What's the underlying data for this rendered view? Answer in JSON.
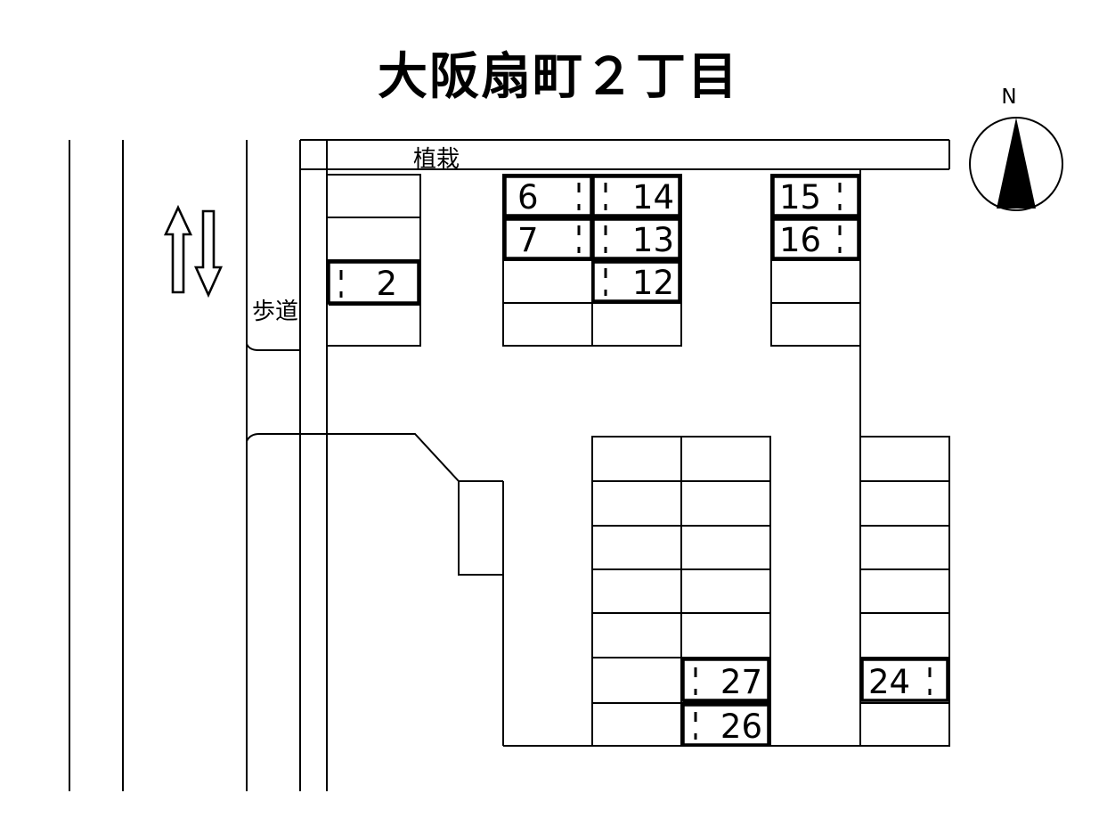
{
  "page": {
    "title": "大阪扇町２丁目",
    "background_color": "#ffffff",
    "line_color": "#000000"
  },
  "compass": {
    "label": "N",
    "name": "north-arrow"
  },
  "annotations": {
    "sidewalk": "歩道",
    "planting": "植栽"
  },
  "traffic_arrows": {
    "up_label": "",
    "down_label": ""
  },
  "stalls": {
    "left_block": [
      {
        "number": "2",
        "marker_side": "left",
        "number_side": "right"
      }
    ],
    "upper_center_block": [
      {
        "number": "6",
        "marker_side": "right",
        "number_side": "left"
      },
      {
        "number": "14",
        "marker_side": "left",
        "number_side": "right"
      },
      {
        "number": "7",
        "marker_side": "right",
        "number_side": "left"
      },
      {
        "number": "13",
        "marker_side": "left",
        "number_side": "right"
      },
      {
        "number": "12",
        "marker_side": "left",
        "number_side": "right"
      }
    ],
    "upper_right_block": [
      {
        "number": "15",
        "marker_side": "right",
        "number_side": "left"
      },
      {
        "number": "16",
        "marker_side": "right",
        "number_side": "left"
      }
    ],
    "lower_center_block": [
      {
        "number": "27",
        "marker_side": "left",
        "number_side": "right"
      },
      {
        "number": "26",
        "marker_side": "left",
        "number_side": "right"
      }
    ],
    "lower_right_block": [
      {
        "number": "24",
        "marker_side": "right",
        "number_side": "left"
      }
    ]
  },
  "stall_numbers_all": [
    "2",
    "6",
    "14",
    "7",
    "13",
    "12",
    "15",
    "16",
    "27",
    "26",
    "24"
  ]
}
